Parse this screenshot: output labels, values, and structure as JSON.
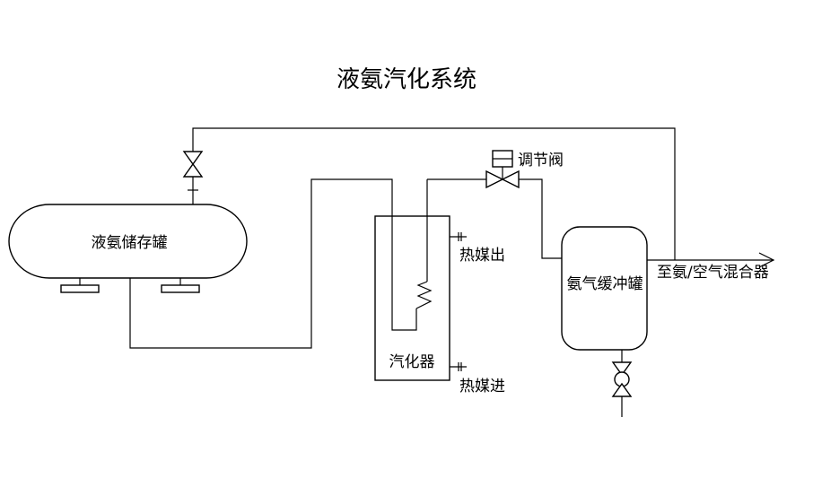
{
  "title": "液氨汽化系统",
  "components": {
    "storage_tank": "液氨储存罐",
    "vaporizer": "汽化器",
    "buffer_tank": "氨气缓冲罐",
    "control_valve": "调节阀"
  },
  "ports": {
    "heat_out": "热媒出",
    "heat_in": "热媒进"
  },
  "outlet_label": "至氨/空气混合器"
}
